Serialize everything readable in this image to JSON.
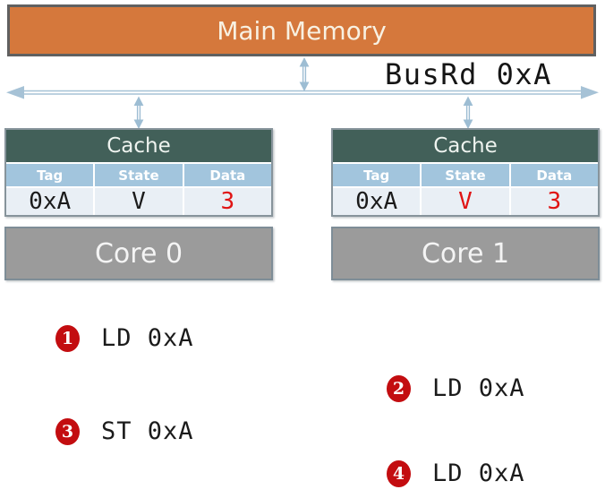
{
  "memory": {
    "label": "Main Memory"
  },
  "bus": {
    "label": "BusRd 0xA"
  },
  "caches": [
    {
      "title": "Cache",
      "columns": [
        "Tag",
        "State",
        "Data"
      ],
      "row": {
        "tag": "0xA",
        "state": "V",
        "data": "3"
      },
      "value_colors": {
        "tag": "#1b1b1b",
        "state": "#1b1b1b",
        "data": "#e01414"
      }
    },
    {
      "title": "Cache",
      "columns": [
        "Tag",
        "State",
        "Data"
      ],
      "row": {
        "tag": "0xA",
        "state": "V",
        "data": "3"
      },
      "value_colors": {
        "tag": "#1b1b1b",
        "state": "#e01414",
        "data": "#e01414"
      }
    }
  ],
  "cores": [
    {
      "label": "Core 0"
    },
    {
      "label": "Core 1"
    }
  ],
  "steps": [
    {
      "num": "1",
      "op": "LD 0xA",
      "core": 0
    },
    {
      "num": "2",
      "op": "LD 0xA",
      "core": 1
    },
    {
      "num": "3",
      "op": "ST 0xA",
      "core": 0
    },
    {
      "num": "4",
      "op": "LD 0xA",
      "core": 1
    }
  ],
  "colors": {
    "memory_fill": "#d5783c",
    "cache_header_fill": "#426059",
    "column_header_fill": "#a2c5dd",
    "data_row_fill": "#e9eff5",
    "core_fill": "#9b9b9b",
    "bus_arrow": "#a6c2d6",
    "step_circle_red": "#c30d10",
    "value_red": "#e01414"
  }
}
